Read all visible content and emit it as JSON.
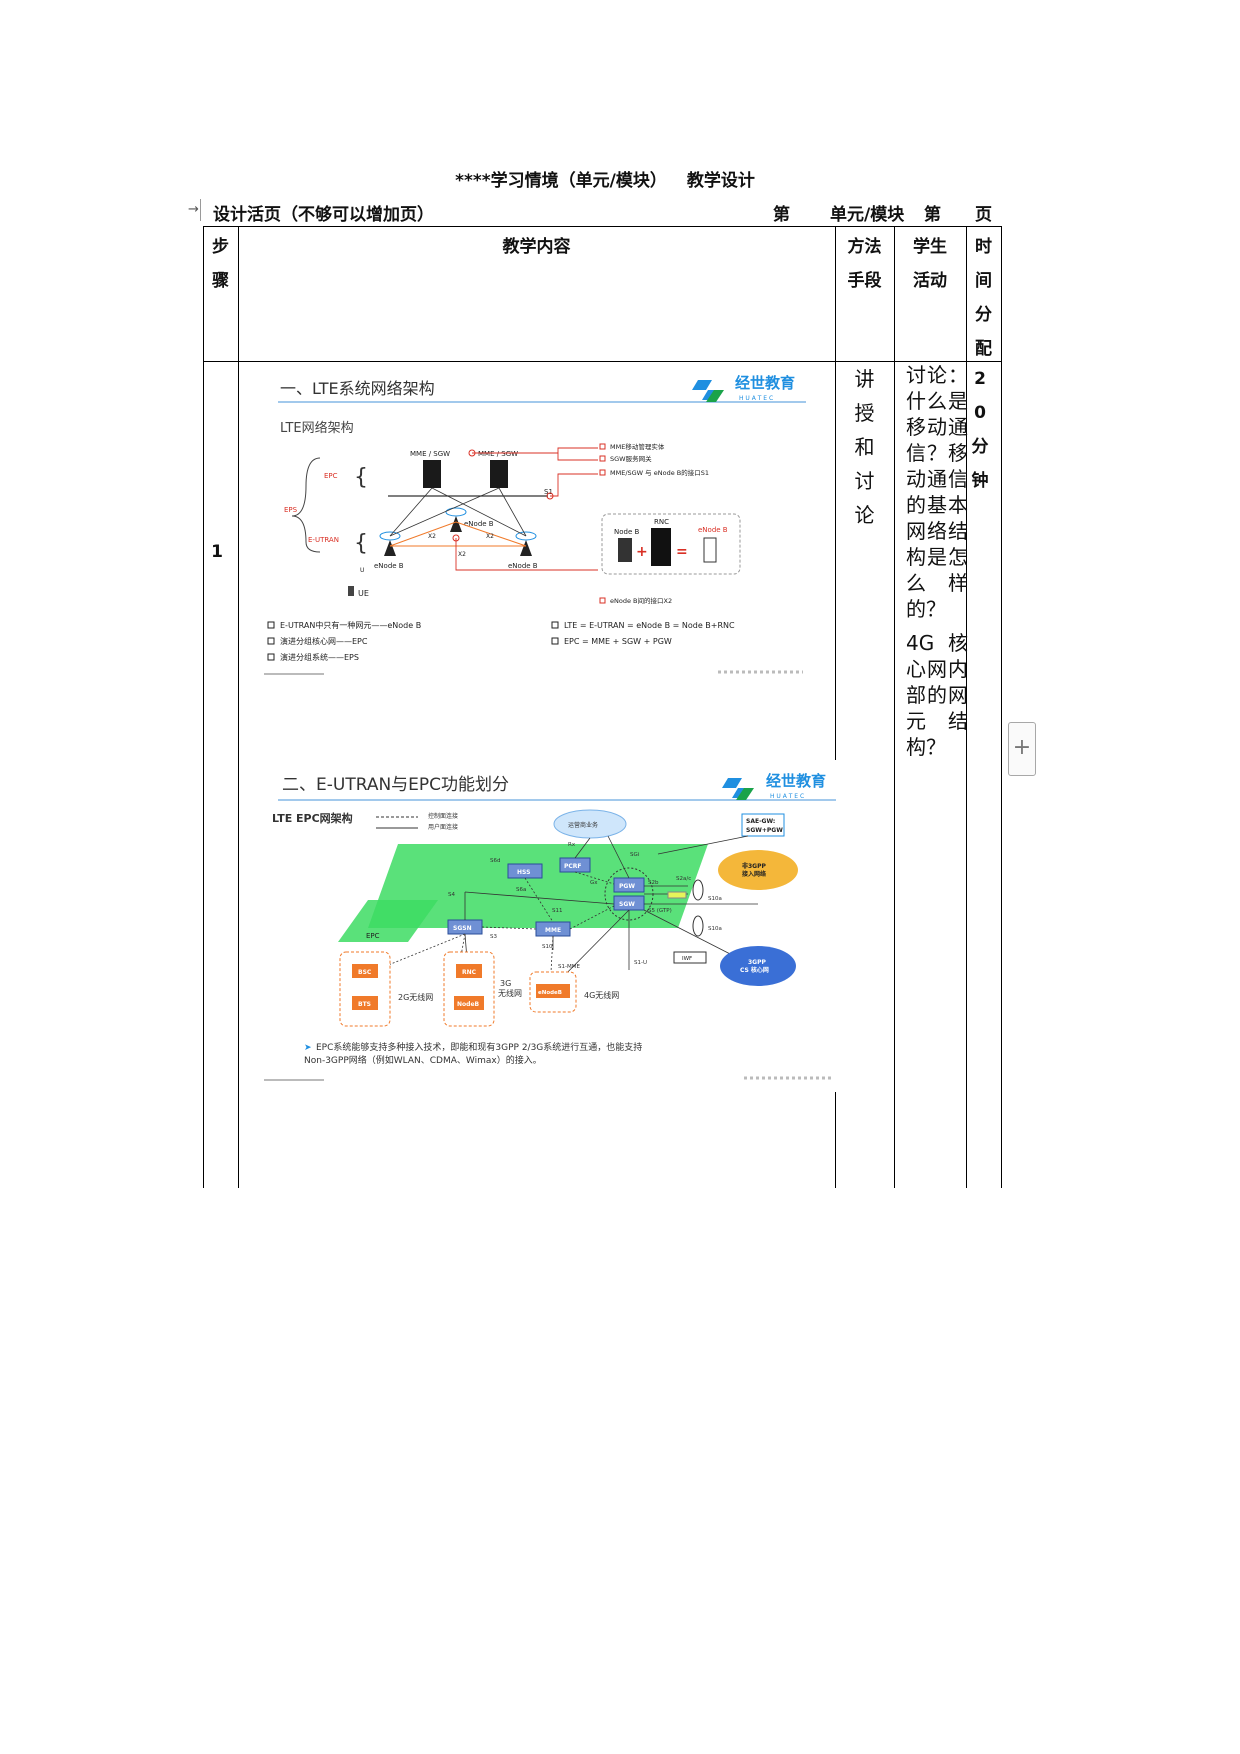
{
  "doc": {
    "title_part1": "****学习情境（单元/模块）",
    "title_part2": "教学设计",
    "header_left": "设计活页（不够可以增加页）",
    "header_di1": "第",
    "header_unit": "单元/模块",
    "header_di2": "第",
    "header_page": "页"
  },
  "table": {
    "col_step": [
      "步",
      "骤"
    ],
    "col_content": "教学内容",
    "col_method": [
      "方法",
      "手段"
    ],
    "col_student": [
      "学生",
      "活动"
    ],
    "col_time": [
      "时",
      "间",
      "分",
      "配"
    ],
    "row1": {
      "step": "1",
      "method": [
        "讲",
        "授",
        "和",
        "讨",
        "论"
      ],
      "student_p1": "讨论：什么是移动通信？移动通信的基本网络结构是怎么样的？",
      "student_p2": "4G核心网内部的网元结构？",
      "time": [
        "2",
        "0",
        "分",
        "钟"
      ]
    }
  },
  "slide1": {
    "title": "一、LTE系统网络架构",
    "brand": "经世教育",
    "brand_sub": "H U A T E C",
    "subtitle": "LTE网络架构",
    "labels": {
      "epc": "EPC",
      "eps": "EPS",
      "eutran": "E-UTRAN",
      "mme1": "MME / SGW",
      "mme2": "MME / SGW",
      "s1": "S1",
      "enodeb_top": "eNode B",
      "enodeb_left": "eNode B",
      "enodeb_right": "eNode B",
      "x2a": "X2",
      "x2b": "X2",
      "x2c": "X2",
      "u": "U",
      "ue": "UE",
      "nodeb": "Node B",
      "rnc": "RNC",
      "enodeb_box": "eNode B"
    },
    "legend": [
      "MME移动管理实体",
      "SGW服务网关",
      "MME/SGW 与 eNode B的接口S1",
      "eNode B间的接口X2"
    ],
    "bullets_left": [
      "E-UTRAN中只有一种网元——eNode B",
      "演进分组核心网——EPC",
      "演进分组系统——EPS"
    ],
    "bullets_right": [
      "LTE = E-UTRAN = eNode B = Node B+RNC",
      "EPC = MME + SGW + PGW"
    ]
  },
  "slide2": {
    "title": "二、E-UTRAN与EPC功能划分",
    "brand": "经世教育",
    "brand_sub": "H U A T E C",
    "subtitle": "LTE EPC网架构",
    "legend": [
      "控制面连接",
      "用户面连接"
    ],
    "nodes": {
      "cloud": "运营商业务",
      "sae": "SAE-GW:",
      "sae2": "SGW+PGW",
      "hss": "HSS",
      "pcrf": "PCRF",
      "pgw": "PGW",
      "sgw": "SGW",
      "sgsn": "SGSN",
      "mme": "MME",
      "epc": "EPC",
      "bsc": "BSC",
      "bts": "BTS",
      "rnc": "RNC",
      "nodeb": "NodeB",
      "enodeb": "eNodeB",
      "non3gpp": "非3GPP",
      "non3gpp2": "接入网络",
      "cs": "3GPP",
      "cs2": "CS 核心网",
      "relay": "IWF"
    },
    "ifaces": {
      "rx": "Rx",
      "sgi": "SGi",
      "s6d": "S6d",
      "s6a": "S6a",
      "gx": "Gx",
      "s2a": "S2a/c",
      "s2b": "S2b",
      "s4": "S4",
      "s11": "S11",
      "s5": "S5 (GTP)",
      "s10a": "S10a",
      "s10b": "S10a",
      "s3": "S3",
      "s10": "S10",
      "s1mme": "S1-MME",
      "s1u": "S1-U"
    },
    "radio": {
      "g2": "2G无线网",
      "g3a": "3G",
      "g3b": "无线网",
      "g4": "4G无线网"
    },
    "note_line1": "EPC系统能够支持多种接入技术，即能和现有3GPP 2/3G系统进行互通，也能支持",
    "note_line2": "Non-3GPP网络（例如WLAN、CDMA、Wimax）的接入。"
  },
  "colors": {
    "accent_blue": "#1f8fe0",
    "brand_green": "#1aa34a",
    "orange": "#f07a2a",
    "red": "#d93025",
    "epc_green": "#3ddc63"
  }
}
